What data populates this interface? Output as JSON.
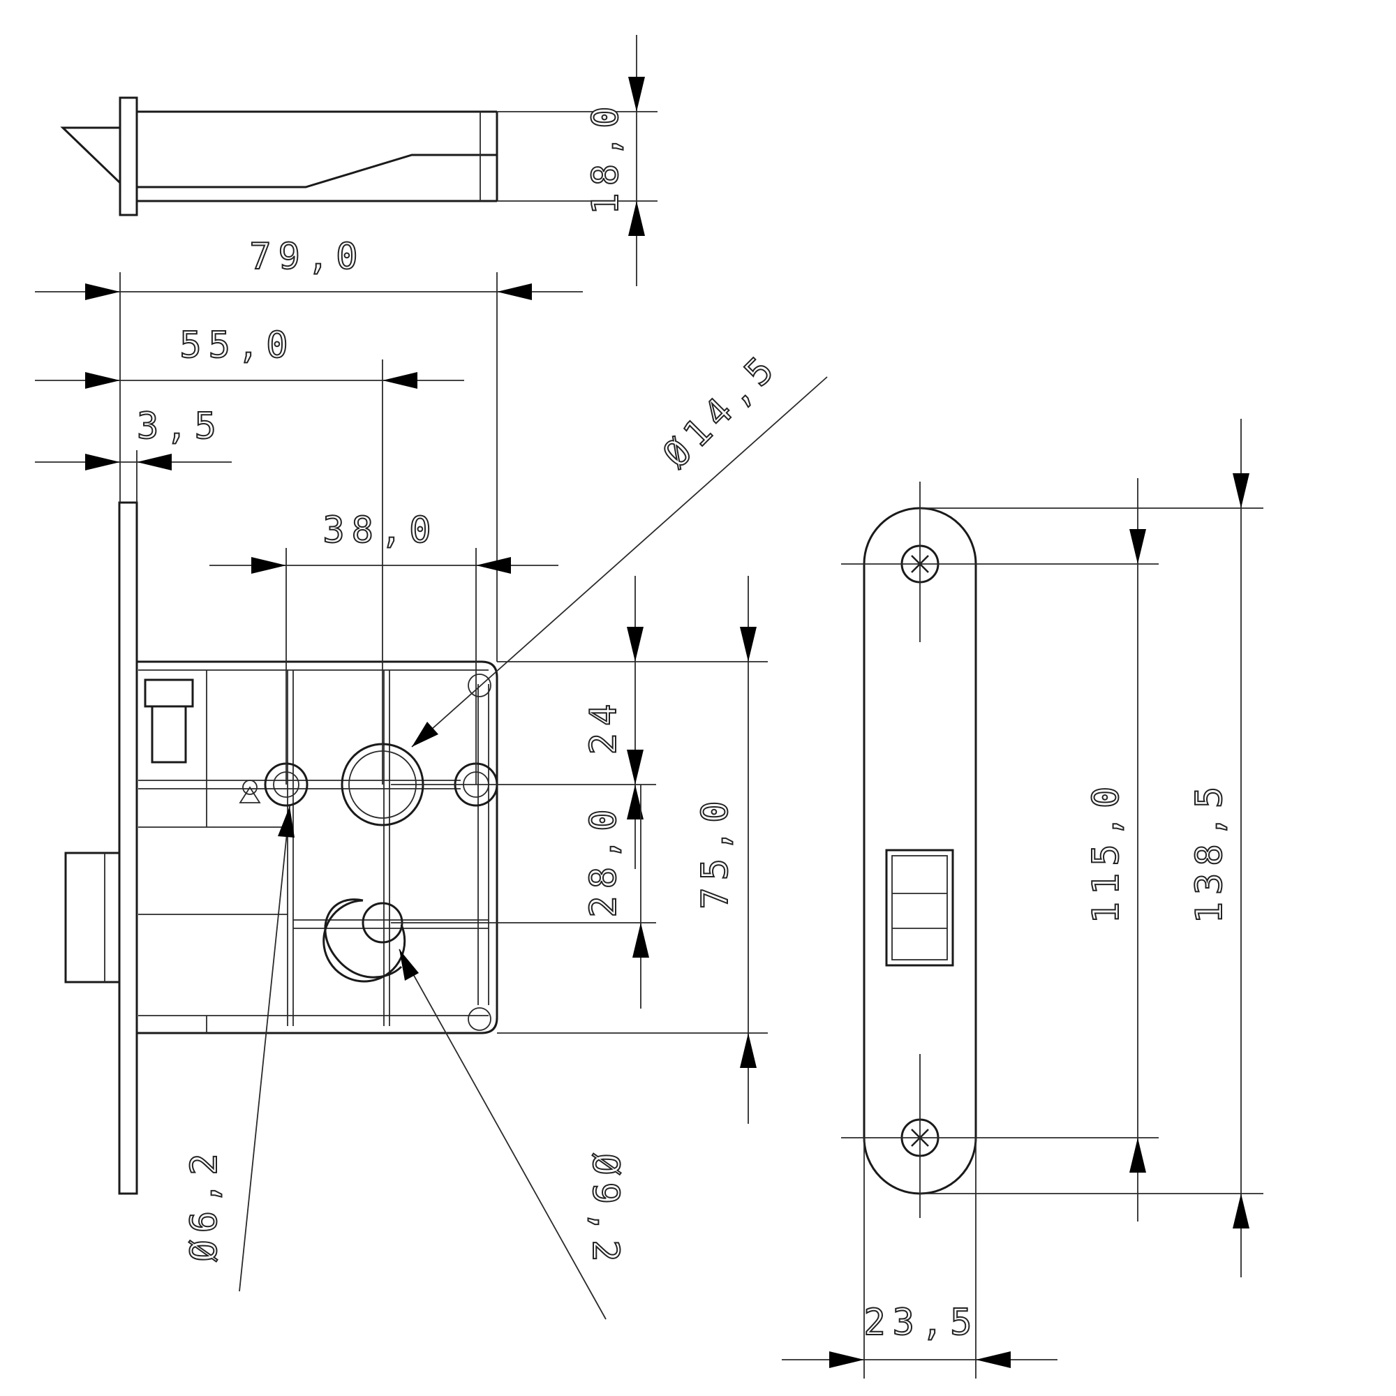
{
  "dimensions": {
    "height_18": "18,0",
    "width_79": "79,0",
    "backset_55": "55,0",
    "face_3_5": "3,5",
    "spacing_38": "38,0",
    "hole_14_5": "Ø14,5",
    "spacing_24": "24",
    "spacing_28": "28,0",
    "height_75": "75,0",
    "hole_6_2": "Ø6,2",
    "hole_9_2": "Ø9,2",
    "screws_115": "115,0",
    "plate_138_5": "138,5",
    "plate_width_23_5": "23,5"
  }
}
